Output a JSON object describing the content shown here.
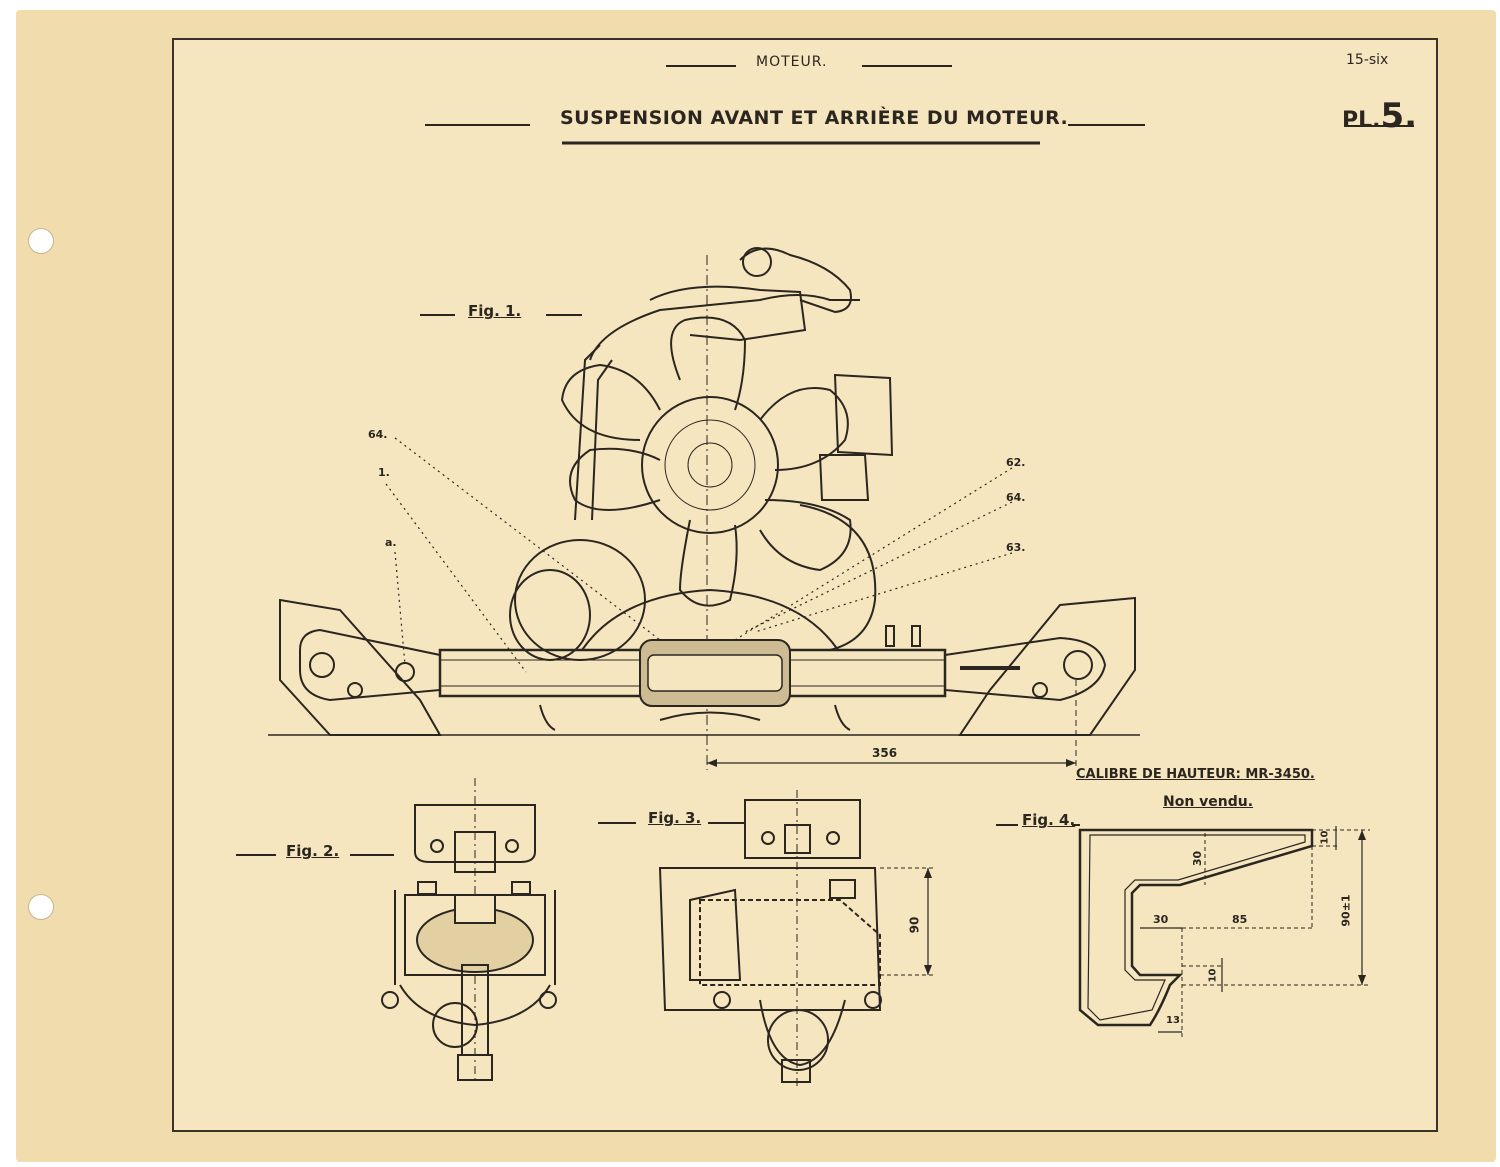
{
  "header": {
    "section": "MOTEUR.",
    "page_ref": "15-six",
    "plate_prefix": "PL.",
    "plate_number": "5.",
    "title": "SUSPENSION AVANT ET ARRIÈRE DU MOTEUR."
  },
  "figures": {
    "fig1": "Fig. 1.",
    "fig2": "Fig. 2.",
    "fig3": "Fig. 3.",
    "fig4": "Fig. 4."
  },
  "callouts": {
    "c64_left": "64.",
    "c1": "1.",
    "ca": "a.",
    "c62": "62.",
    "c64_right": "64.",
    "c63": "63."
  },
  "dimensions": {
    "fig1_width": "356",
    "fig3_height": "90",
    "fig4_a": "10",
    "fig4_b": "30",
    "fig4_c": "30",
    "fig4_d": "85",
    "fig4_e": "90±1",
    "fig4_f": "10",
    "fig4_g": "13"
  },
  "gauge": {
    "label": "CALIBRE DE HAUTEUR: MR-3450.",
    "note": "Non vendu."
  },
  "colors": {
    "paper": "#f1dcae",
    "ink": "#2b2620"
  }
}
